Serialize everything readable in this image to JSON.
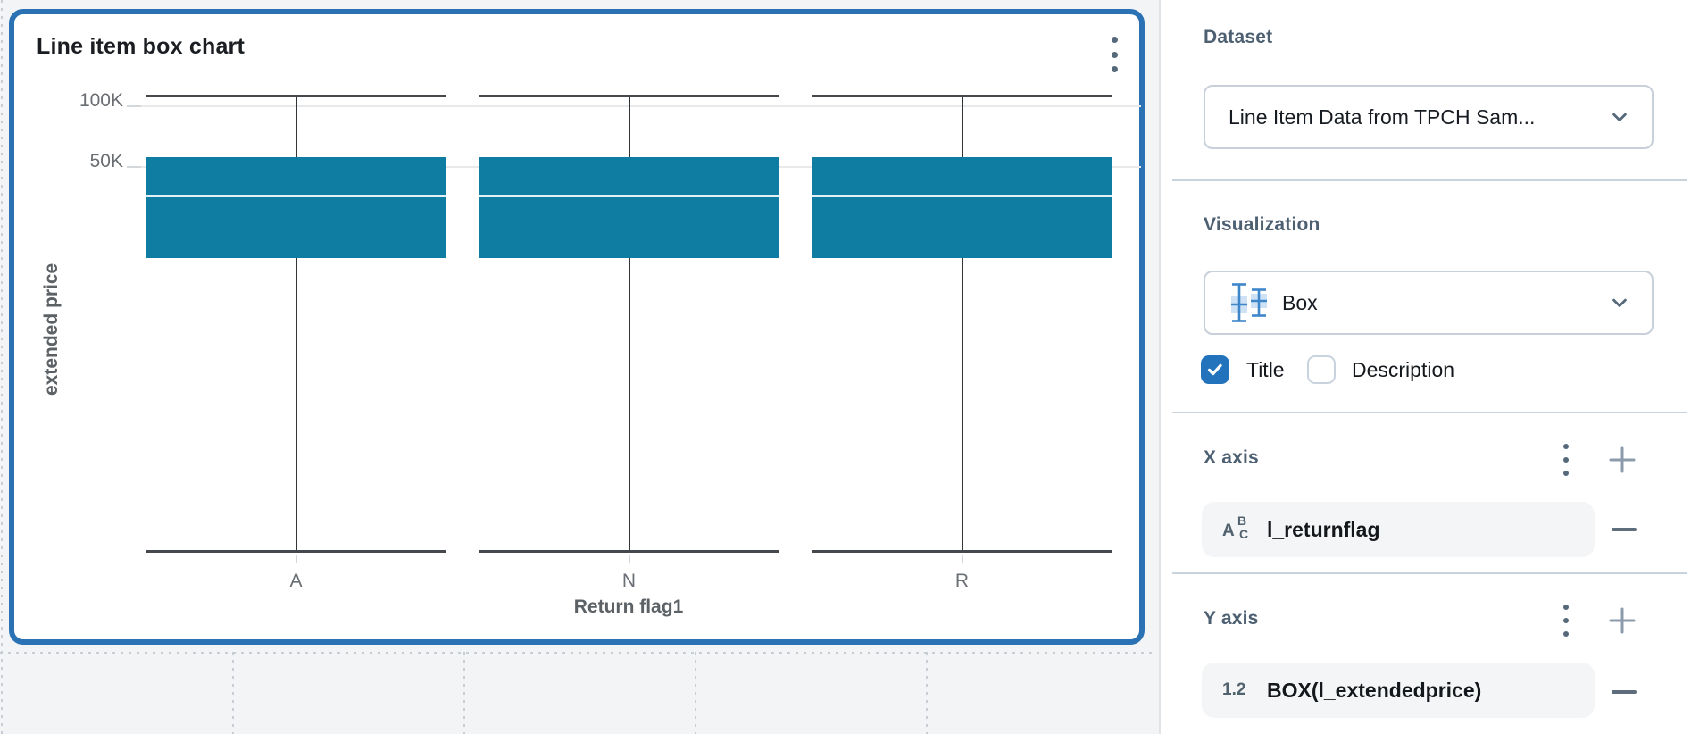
{
  "chart_card": {
    "title": "Line item box chart",
    "menu_icon": "kebab-menu-icon"
  },
  "chart_data": {
    "type": "box",
    "title": "Line item box chart",
    "xlabel": "Return flag1",
    "ylabel": "extended price",
    "categories": [
      "A",
      "N",
      "R"
    ],
    "y_scale": "log",
    "y_ticks": [
      {
        "label": "100K",
        "value": 100000
      },
      {
        "label": "50K",
        "value": 50000
      }
    ],
    "boxes": [
      {
        "category": "A",
        "whisker_low": 630,
        "q1": 17500,
        "median": 36100,
        "q3": 55500,
        "whisker_high": 113000
      },
      {
        "category": "N",
        "whisker_low": 630,
        "q1": 17500,
        "median": 36100,
        "q3": 55500,
        "whisker_high": 113000
      },
      {
        "category": "R",
        "whisker_low": 630,
        "q1": 17500,
        "median": 36100,
        "q3": 55500,
        "whisker_high": 113000
      }
    ],
    "box_color": "#0F7DA2",
    "median_color": "#E3F1F6",
    "grid": true,
    "legend": "none"
  },
  "panel": {
    "dataset": {
      "label": "Dataset",
      "value": "Line Item Data from TPCH Sam...",
      "chevron_icon": "chevron-down-icon"
    },
    "visualization": {
      "label": "Visualization",
      "value": "Box",
      "type_icon": "box-plot-icon",
      "chevron_icon": "chevron-down-icon"
    },
    "checkboxes": {
      "title": {
        "label": "Title",
        "checked": true
      },
      "description": {
        "label": "Description",
        "checked": false
      }
    },
    "x_axis": {
      "label": "X axis",
      "menu_icon": "kebab-menu-icon",
      "add_icon": "plus-icon",
      "field": {
        "type_icon": "text-type-icon",
        "name": "l_returnflag",
        "remove_icon": "minus-icon"
      }
    },
    "y_axis": {
      "label": "Y axis",
      "menu_icon": "kebab-menu-icon",
      "add_icon": "plus-icon",
      "field": {
        "type_icon": "number-type-icon",
        "name": "BOX(l_extendedprice)",
        "remove_icon": "minus-icon"
      }
    }
  },
  "colors": {
    "accent_blue": "#2B72B4",
    "box_teal": "#0F7DA2",
    "checkbox_blue": "#2373BC",
    "heading_slate": "#4D6072",
    "canvas_bg": "#F2F4F6"
  }
}
